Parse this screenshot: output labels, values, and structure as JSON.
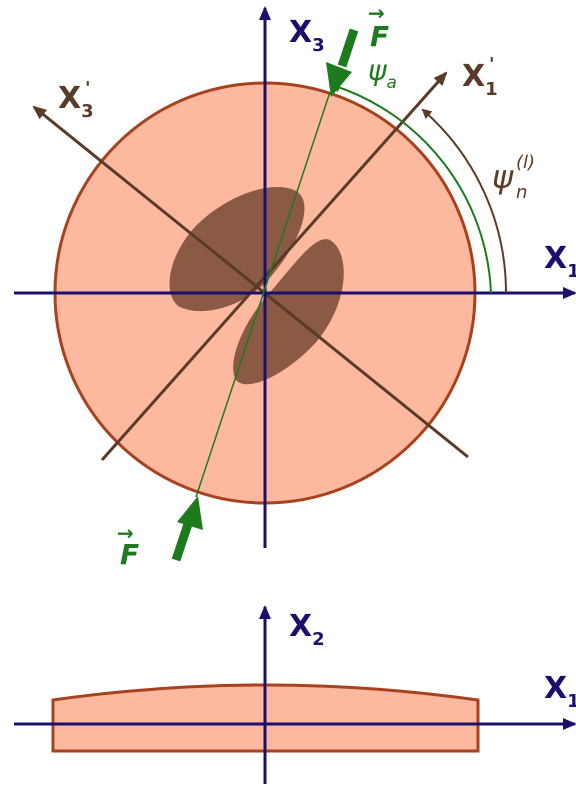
{
  "colors": {
    "disc_fill": "#fdb9a0",
    "disc_stroke": "#a8421e",
    "lobe_fill": "#8b5a45",
    "axis": "#1a0f6b",
    "rotated_axis": "#5a3a28",
    "force": "#1d7a1d"
  },
  "top_view": {
    "axis_x1": {
      "main": "X",
      "sub": "1"
    },
    "axis_x3": {
      "main": "X",
      "sub": "3"
    },
    "axis_x1_prime": {
      "main": "X",
      "sub": "1",
      "prime": "'"
    },
    "axis_x3_prime": {
      "main": "X",
      "sub": "3",
      "prime": "'"
    },
    "force_top": {
      "arrow": "→",
      "main": "F"
    },
    "force_bottom": {
      "arrow": "→",
      "main": "F"
    },
    "psi_a": {
      "main": "ψ",
      "sub": "a"
    },
    "psi_n": {
      "main": "ψ",
      "sub": "n",
      "sup": "(l)"
    }
  },
  "side_view": {
    "axis_x1": {
      "main": "X",
      "sub": "1"
    },
    "axis_x2": {
      "main": "X",
      "sub": "2"
    }
  }
}
